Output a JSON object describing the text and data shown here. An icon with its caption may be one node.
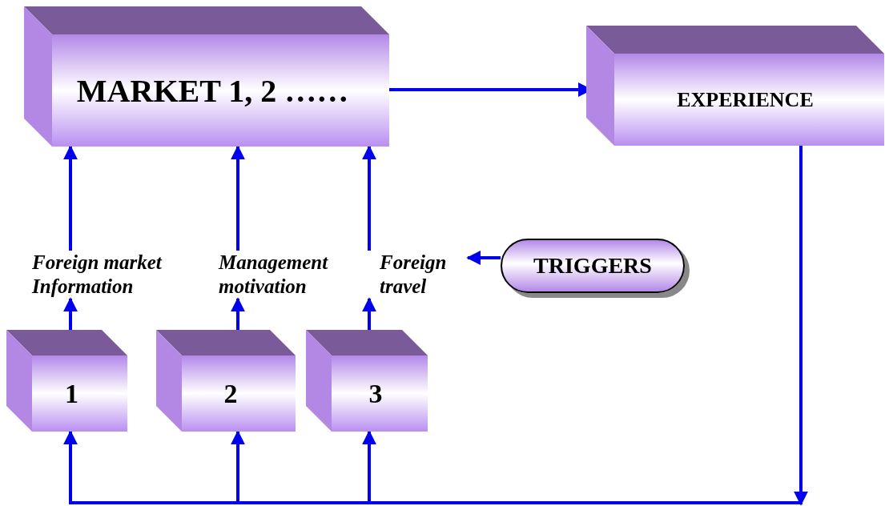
{
  "diagram": {
    "nodes": [
      {
        "text": [
          "MARKET 1, 2 ……"
        ]
      },
      {
        "text": [
          "EXPERIENCE"
        ]
      },
      {
        "text": [
          "Foreign market Information"
        ]
      },
      {
        "text": [
          "Management motivation"
        ]
      },
      {
        "text": [
          "Foreign travel"
        ]
      },
      {
        "text": [
          "TRIGGERS"
        ]
      },
      {
        "text": [
          "1"
        ]
      },
      {
        "text": [
          "2"
        ]
      },
      {
        "text": [
          "3"
        ]
      }
    ],
    "edges": [
      {
        "from": 0,
        "to": 1,
        "arrow": "to"
      },
      {
        "from": 2,
        "to": 0,
        "arrow": "to"
      },
      {
        "from": 3,
        "to": 0,
        "arrow": "to"
      },
      {
        "from": 4,
        "to": 0,
        "arrow": "to"
      },
      {
        "from": 6,
        "to": 2,
        "arrow": "to"
      },
      {
        "from": 7,
        "to": 3,
        "arrow": "to"
      },
      {
        "from": 8,
        "to": 4,
        "arrow": "to"
      },
      {
        "from": 5,
        "to": 4,
        "arrow": "to"
      },
      {
        "from": 1,
        "to": 6,
        "arrow": "to"
      },
      {
        "from": 1,
        "to": 7,
        "arrow": "to"
      },
      {
        "from": 1,
        "to": 8,
        "arrow": "to"
      }
    ]
  }
}
